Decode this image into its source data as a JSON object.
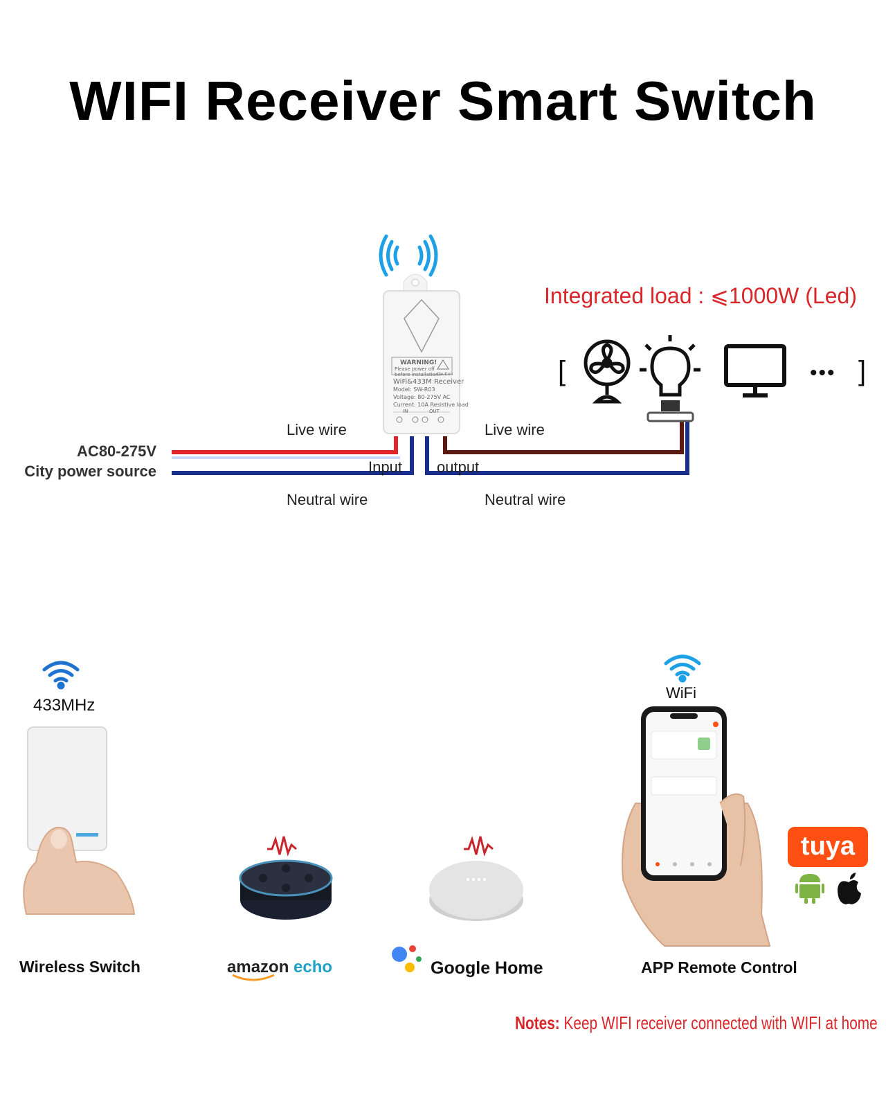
{
  "title": "WIFI Receiver Smart Switch",
  "load": {
    "label": "Integrated load : ⩽1000W (Led)",
    "bracket_open": "[",
    "bracket_close": "]",
    "more": "•••"
  },
  "source": {
    "voltage": "AC80-275V",
    "name": "City power source"
  },
  "wires": {
    "live_in": "Live wire",
    "neutral_in": "Neutral wire",
    "live_out": "Live wire",
    "neutral_out": "Neutral wire",
    "input": "Input",
    "output": "output"
  },
  "receiver": {
    "warning_title": "WARNING!",
    "warning_line1": "Please power off",
    "warning_line2": "before installation!",
    "caution": "Caution",
    "model_name": "WiFi&433M Receiver",
    "model": "Model: SW-R03",
    "voltage": "Voltage: 80-275V AC",
    "current": "Current: 10A Resistive load",
    "in_label": "IN",
    "out_label": "OUT"
  },
  "controls": {
    "wireless_freq": "433MHz",
    "wireless_label": "Wireless Switch",
    "echo_amazon": "amazon",
    "echo_echo": "echo",
    "google_label": "Google Home",
    "wifi_label": "WiFi",
    "app_label": "APP Remote Control",
    "tuya": "tuya"
  },
  "notes": {
    "prefix": "Notes:",
    "text": " Keep WIFI receiver connected with WIFI at home"
  },
  "colors": {
    "live": "#e0242a",
    "neutral": "#1a2f8a",
    "live_out": "#5a1a12",
    "wifi": "#1ea0e6",
    "accent_red": "#d9262b"
  }
}
